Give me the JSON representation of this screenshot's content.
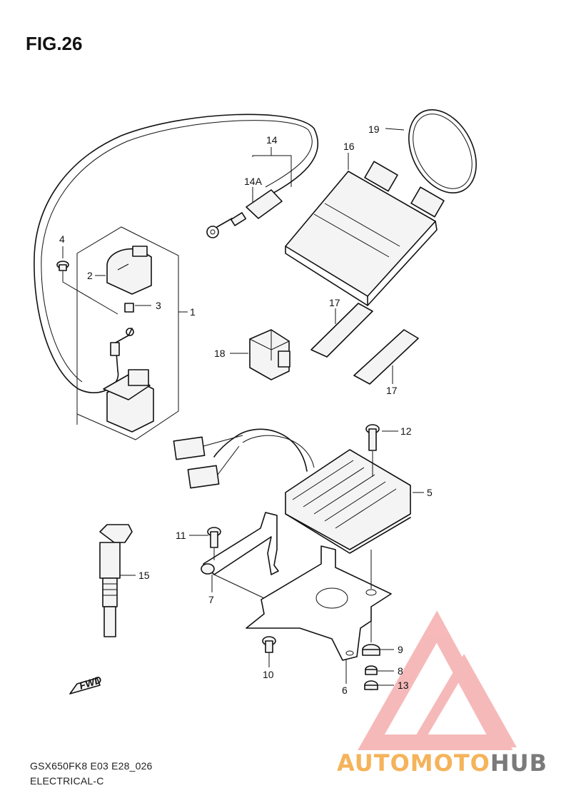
{
  "title": "FIG.26",
  "footer": {
    "model_code": "GSX650FK8 E03 E28_026",
    "section": "ELECTRICAL-C"
  },
  "callouts": [
    "1",
    "2",
    "3",
    "4",
    "5",
    "6",
    "7",
    "8",
    "9",
    "10",
    "11",
    "12",
    "13",
    "14",
    "14A",
    "15",
    "16",
    "17",
    "17",
    "18",
    "19"
  ],
  "fwd_label": "FWD",
  "watermark": {
    "part1": "AUTO",
    "part2": "MOTO",
    "part3": "HUB",
    "colors": {
      "primary": "#f5b35a",
      "secondary": "#7a7a7a",
      "logo": "#f08080"
    }
  }
}
